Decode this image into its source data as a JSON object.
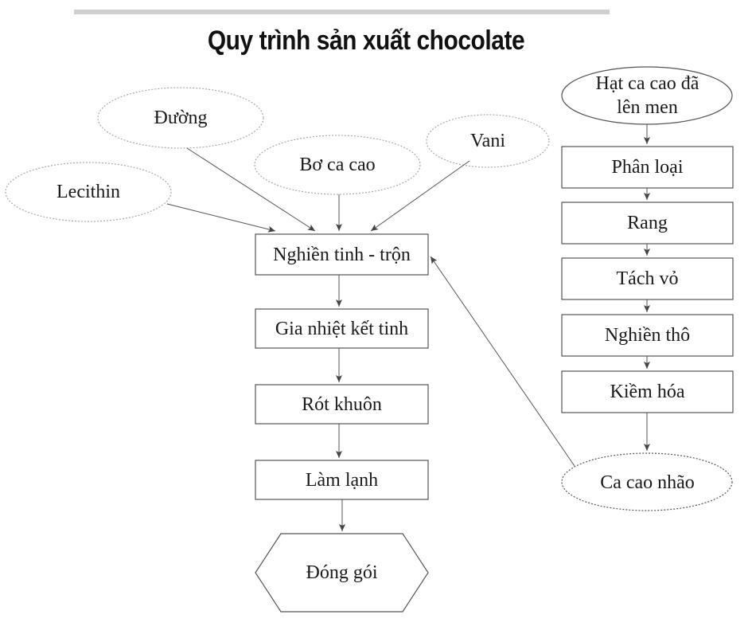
{
  "title": "Quy trình sản xuất chocolate",
  "ingredients": {
    "duong": "Đường",
    "vani": "Vani",
    "bo_ca_cao": "Bơ ca cao",
    "lecithin": "Lecithin"
  },
  "main_steps": {
    "nghien_tinh_tron": "Nghiền tinh - trộn",
    "gia_nhiet_ket_tinh": "Gia nhiệt kết tinh",
    "rot_khuon": "Rót khuôn",
    "lam_lanh": "Làm lạnh",
    "dong_goi": "Đóng gói"
  },
  "cocoa_steps": {
    "hat_ca_cao_line1": "Hạt ca cao đã",
    "hat_ca_cao_line2": "lên men",
    "phan_loai": "Phân loại",
    "rang": "Rang",
    "tach_vo": "Tách vỏ",
    "nghien_tho": "Nghiền thô",
    "kiem_hoa": "Kiềm hóa",
    "ca_cao_nhao": "Ca cao nhão"
  },
  "colors": {
    "stroke": "#555555",
    "dotted_ellipse": "#aaaaaa",
    "topbar": "#cfcfcf",
    "text": "#1a1a1a"
  }
}
